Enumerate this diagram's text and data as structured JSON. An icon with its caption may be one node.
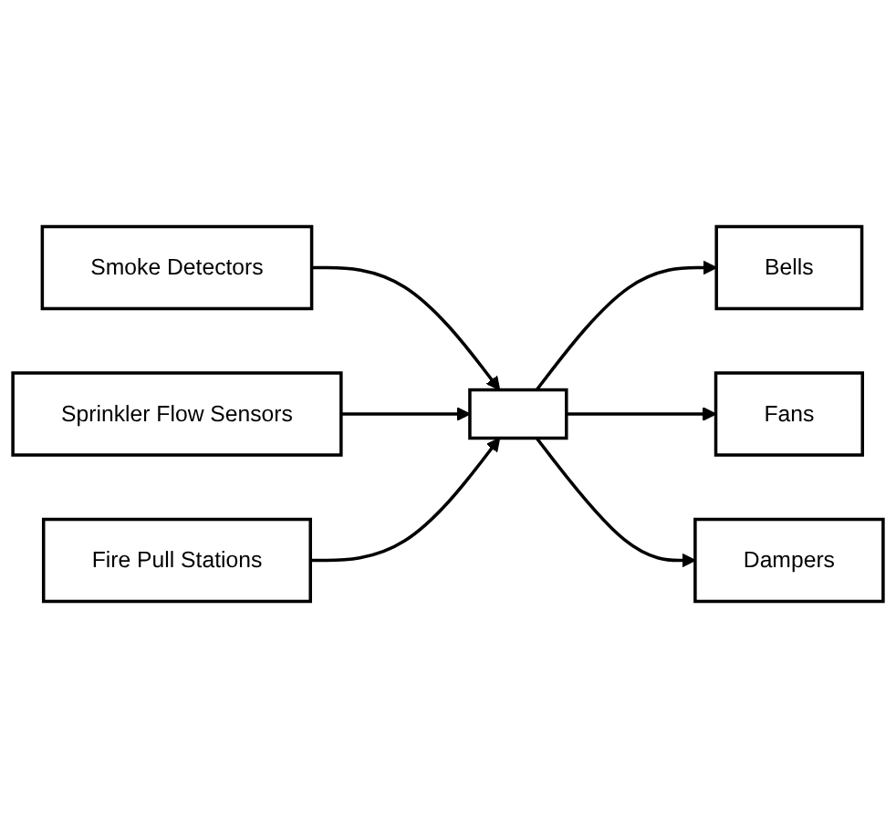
{
  "diagram": {
    "nodes": [
      {
        "text": [
          "Smoke Detectors"
        ]
      },
      {
        "text": [
          "Bells"
        ]
      },
      {
        "text": [],
        "shape": "box"
      },
      {
        "text": [
          "Sprinkler Flow Sensors"
        ]
      },
      {
        "text": [
          "Fans"
        ]
      },
      {
        "text": [
          "Fire Pull Stations"
        ]
      },
      {
        "text": [
          "Dampers"
        ]
      }
    ],
    "edges": [
      {
        "from": 0,
        "to": 2,
        "arrow": "to"
      },
      {
        "from": 3,
        "to": 2,
        "arrow": "to"
      },
      {
        "from": 5,
        "to": 2,
        "arrow": "to"
      },
      {
        "from": 2,
        "to": 1,
        "arrow": "to"
      },
      {
        "from": 2,
        "to": 4,
        "arrow": "to"
      },
      {
        "from": 2,
        "to": 6,
        "arrow": "to"
      }
    ]
  }
}
